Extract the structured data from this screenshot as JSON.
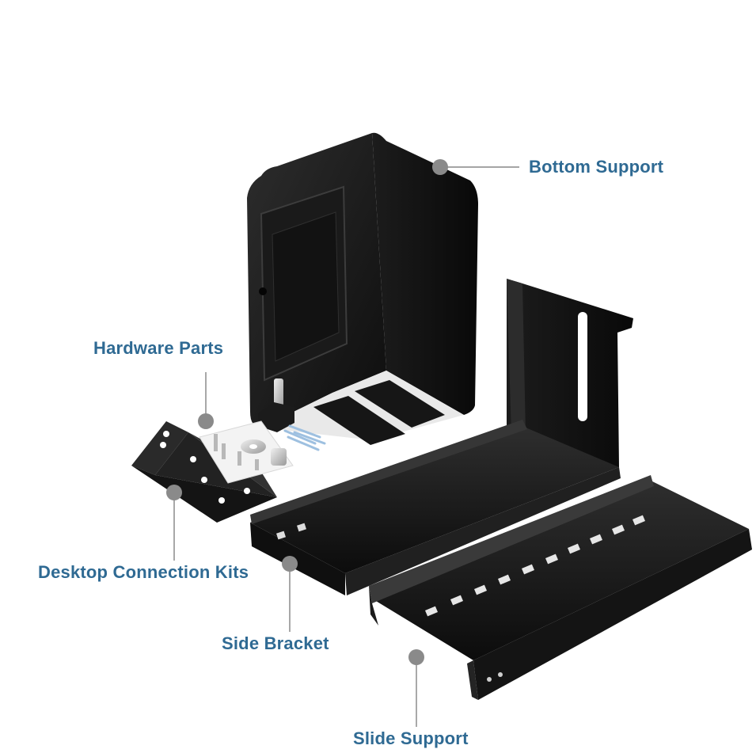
{
  "labels": {
    "bottom_support": "Bottom Support",
    "hardware_parts": "Hardware Parts",
    "desktop_connection_kits": "Desktop Connection Kits",
    "side_bracket": "Side Bracket",
    "slide_support": "Slide Support"
  },
  "colors": {
    "label_text": "#2f6a93",
    "callout_dot": "#8a8a8a",
    "callout_line": "#6f6f6f",
    "metal_dark": "#141414",
    "metal_mid": "#2a2a2a",
    "metal_light": "#3a3a3a",
    "hardware_silver": "#c9c9c9"
  }
}
